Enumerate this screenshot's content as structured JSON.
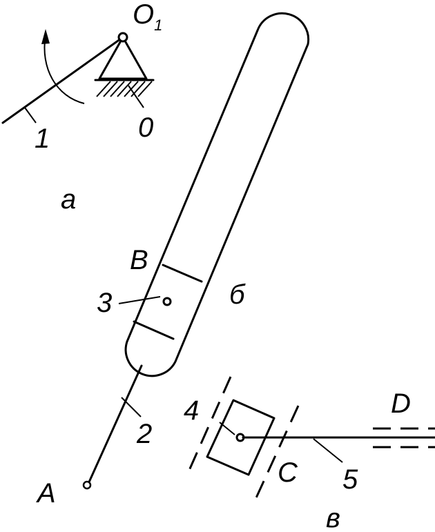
{
  "labels": {
    "O1_main": "O",
    "O1_sub": "1",
    "zero": "0",
    "one": "1",
    "a": "a",
    "B": "B",
    "three": "3",
    "b_cyr": "б",
    "two": "2",
    "A": "A",
    "four": "4",
    "C": "C",
    "D": "D",
    "five": "5",
    "v_cyr": "в"
  }
}
